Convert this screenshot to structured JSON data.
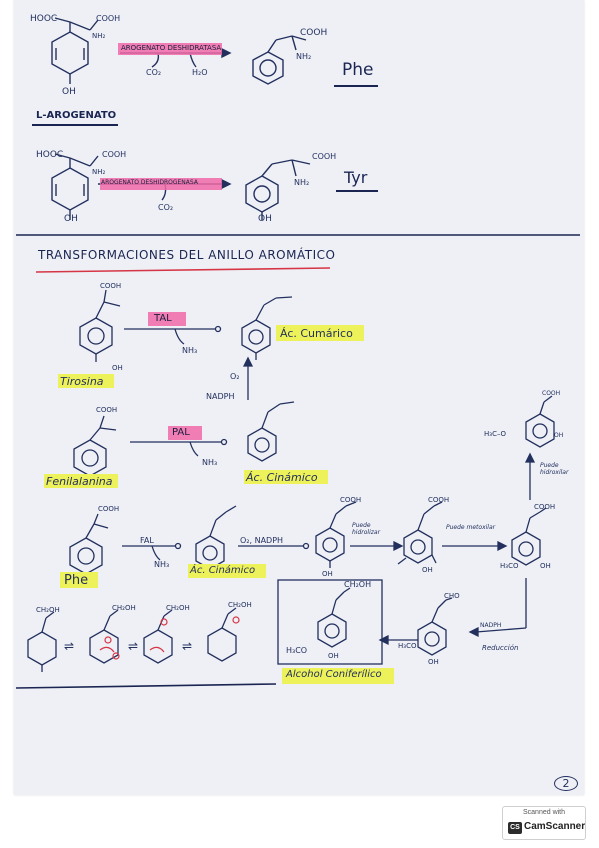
{
  "section1": {
    "hooc_1": "HOOC",
    "cooh_1": "COOH",
    "nh2_1": "NH₂",
    "oh_1": "OH",
    "enzyme_1": "AROGENATO DESHIDRATASA",
    "co2_1": "CO₂",
    "h2o_1": "H₂O",
    "cooh_phe": "COOH",
    "nh2_phe": "NH₂",
    "product_1": "Phe",
    "substrate_name": "L-AROGENATO",
    "hooc_2": "HOOC",
    "cooh_2": "COOH",
    "nh2_2": "NH₂",
    "oh_2": "OH",
    "enzyme_2": "AROGENATO DESHIDROGENASA",
    "co2_2": "CO₂",
    "cooh_tyr": "COOH",
    "nh2_tyr": "NH₂",
    "oh_tyr": "OH",
    "product_2": "Tyr"
  },
  "section2": {
    "title": "TRANSFORMACIONES DEL ANILLO AROMÁTICO",
    "tirosina": "Tirosina",
    "tal": "TAL",
    "nh3_a": "NH₃",
    "ac_cumarico": "Ác. Cumárico",
    "o2": "O₂",
    "nadph": "NADPH",
    "fenilalanina": "Fenilalanina",
    "pal": "PAL",
    "nh3_b": "NH₃",
    "ac_cinamico_1": "Ác. Cinámico",
    "phe": "Phe",
    "fal": "FAL",
    "nh3_c": "NH₃",
    "ac_cinamico_2": "Ác. Cinámico",
    "o2_nadph": "O₂, NADPH",
    "puede_hidrolizar": "Puede hidrolizar",
    "puede_metoxilar": "Puede metoxilar",
    "puede_hidroxilar": "Puede hidroxilar",
    "h3co": "H₃CO",
    "h3c_o": "H₃C–O",
    "nadph_2": "NADPH",
    "reduccion": "Reducción",
    "cho": "CHO",
    "ch2oh": "CH₂OH",
    "alcohol_coniferilico": "Alcohol Coniferílico",
    "cooh": "COOH",
    "oh": "OH",
    "page_number": "2"
  },
  "scanner": {
    "line1": "Scanned with",
    "line2": "CamScanner"
  },
  "colors": {
    "ink": "#23305e",
    "pink_highlight": "#f06aa8",
    "yellow_highlight": "#eef25a",
    "red_ink": "#d63545"
  }
}
